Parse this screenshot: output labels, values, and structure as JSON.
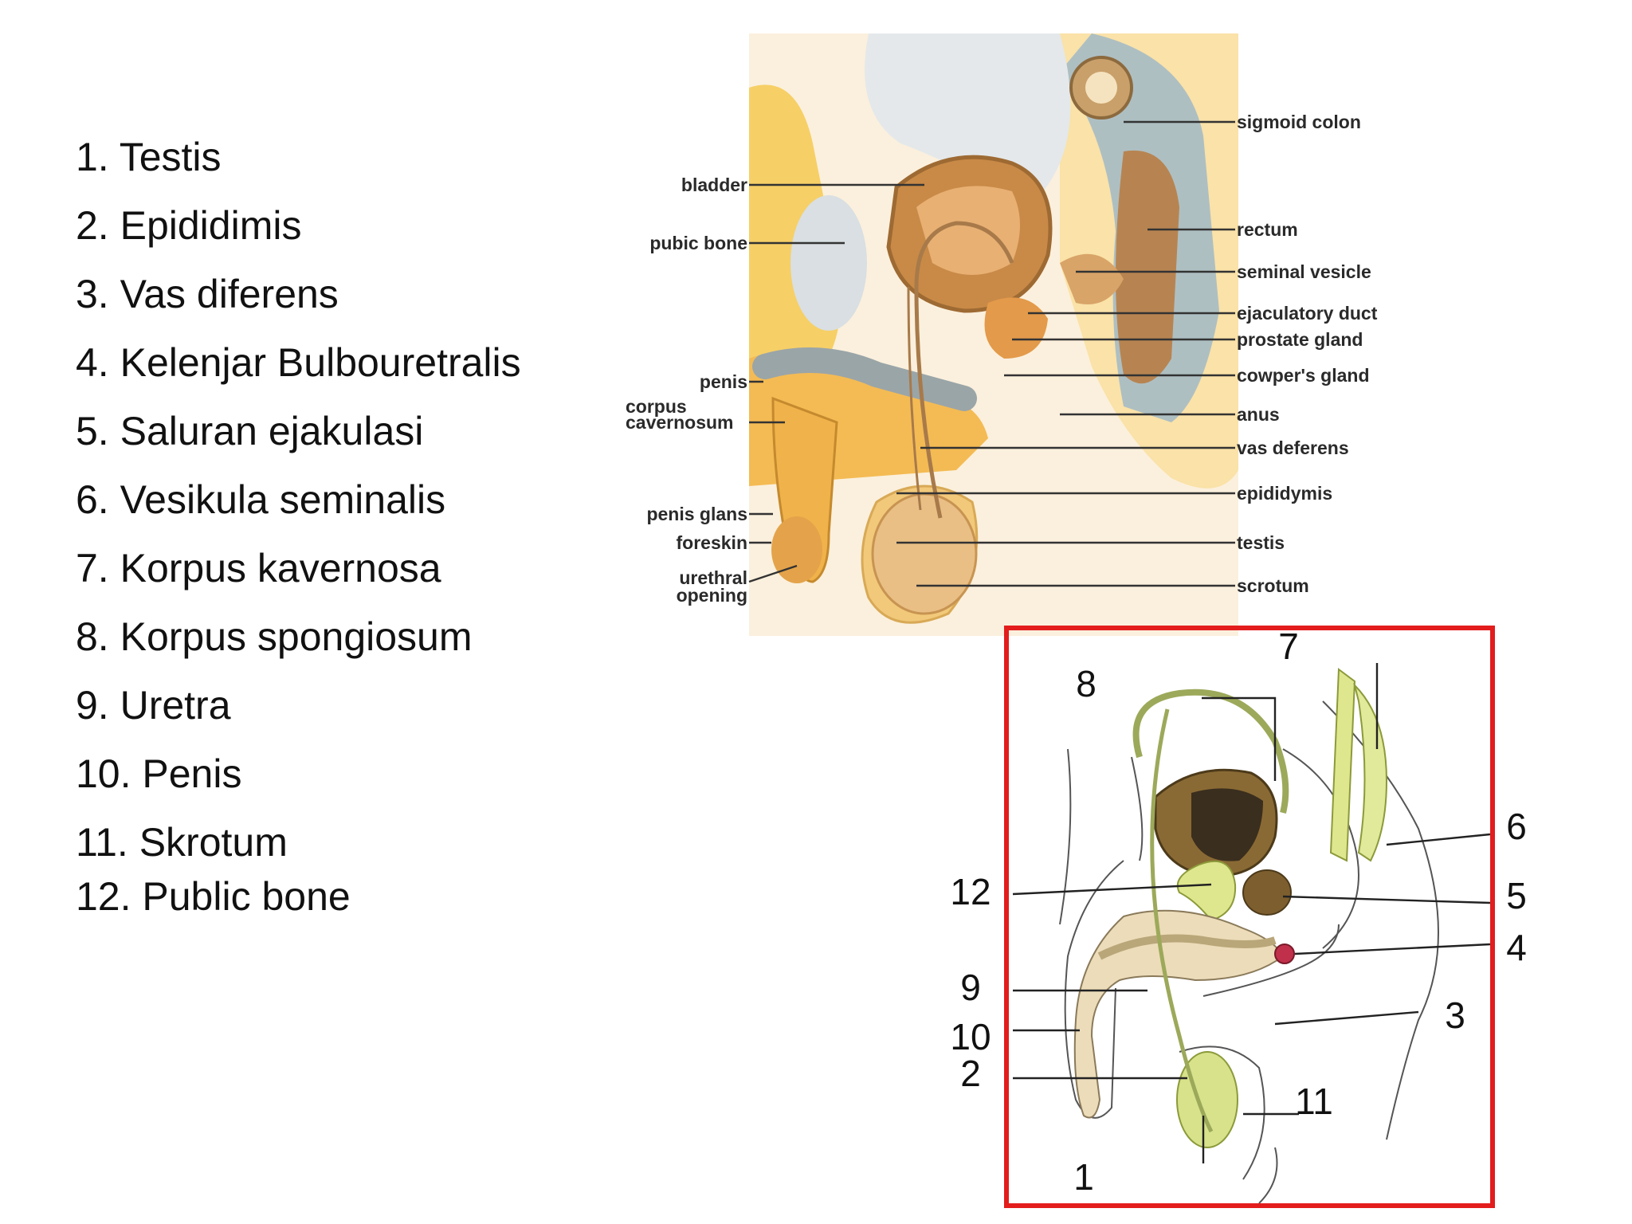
{
  "legend": [
    "1. Testis",
    "2. Epididimis",
    "3. Vas diferens",
    "4. Kelenjar Bulbouretralis",
    "5. Saluran ejakulasi",
    "6. Vesikula seminalis",
    "7. Korpus kavernosa",
    "8. Korpus spongiosum",
    "9. Uretra",
    "10. Penis",
    "11. Skrotum",
    "12. Public bone"
  ],
  "top_diagram": {
    "labels": {
      "sigmoid_colon": "sigmoid colon",
      "bladder": "bladder",
      "pubic_bone": "pubic bone",
      "rectum": "rectum",
      "seminal_vesicle": "seminal vesicle",
      "ejaculatory_duct": "ejaculatory duct",
      "prostate_gland": "prostate gland",
      "penis": "penis",
      "cowpers_gland": "cowper's gland",
      "corpus": "corpus",
      "cavernosum": "cavernosum",
      "anus": "anus",
      "vas_deferens": "vas deferens",
      "epididymis": "epididymis",
      "penis_glans": "penis glans",
      "foreskin": "foreskin",
      "testis": "testis",
      "urethral": "urethral",
      "opening": "opening",
      "scrotum": "scrotum"
    }
  },
  "bottom_diagram": {
    "frame_color": "#e31c1c",
    "numbers": [
      "1",
      "2",
      "3",
      "4",
      "5",
      "6",
      "7",
      "8",
      "9",
      "10",
      "11",
      "12"
    ]
  }
}
